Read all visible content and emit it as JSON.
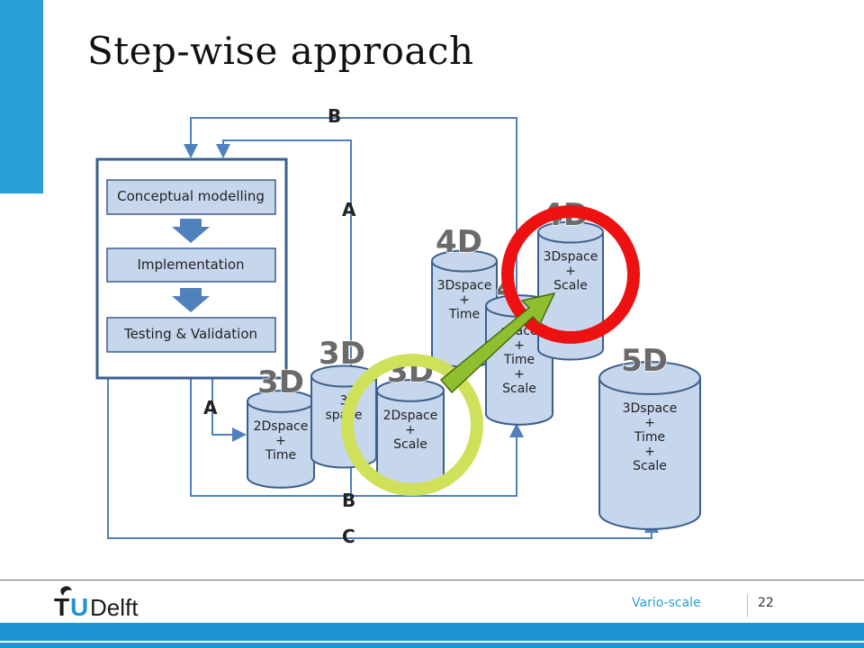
{
  "slide": {
    "title": "Step-wise approach",
    "footer_link": "Vario-scale",
    "page_number": "22",
    "logo_text": "TUDelft"
  },
  "process_box": {
    "steps": [
      "Conceptual modelling",
      "Implementation",
      "Testing & Validation"
    ]
  },
  "path_labels": {
    "b_top": "B",
    "a_top": "A",
    "a_left": "A",
    "b_bottom": "B",
    "c_bottom": "C"
  },
  "cylinders": [
    {
      "dim": "3D",
      "lines": [
        "2Dspace",
        "+",
        "Time"
      ]
    },
    {
      "dim": "3D",
      "lines": [
        "3",
        "space"
      ]
    },
    {
      "dim": "3D",
      "lines": [
        "2Dspace",
        "+",
        "Scale"
      ]
    },
    {
      "dim": "4D",
      "lines": [
        "3Dspace",
        "+",
        "Time"
      ]
    },
    {
      "dim": "4",
      "lines": [
        "space",
        "+",
        "Time",
        "+",
        "Scale"
      ]
    },
    {
      "dim": "4D",
      "lines": [
        "3Dspace",
        "+",
        "Scale"
      ]
    },
    {
      "dim": "5D",
      "lines": [
        "3Dspace",
        "+",
        "Time",
        "+",
        "Scale"
      ]
    }
  ],
  "colors": {
    "accent": "#2a9fd6",
    "cylinder_fill": "#c6d6ec",
    "cylinder_stroke": "#3b5f8c",
    "step_fill": "#c6d6ec",
    "arrow_blue": "#4f81bd",
    "highlight_red": "#ee1111",
    "highlight_green": "#cfe15a",
    "arrow_green": "#8fbf2f"
  }
}
